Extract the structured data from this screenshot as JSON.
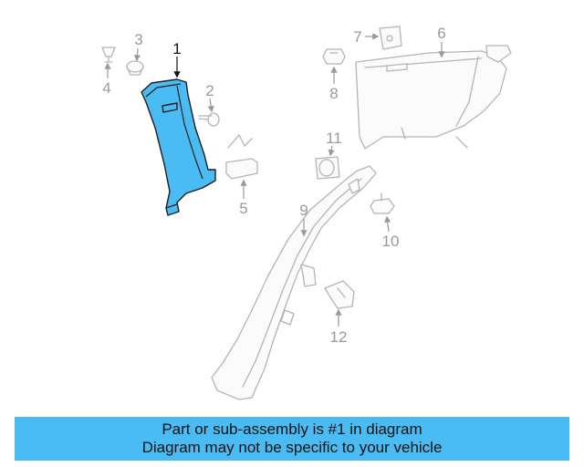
{
  "diagram": {
    "callouts": [
      "1",
      "2",
      "3",
      "4",
      "5",
      "6",
      "7",
      "8",
      "9",
      "10",
      "11",
      "12"
    ],
    "highlighted_part": "1",
    "highlight_color": "#4bbcf3",
    "ghost_color": "#b4b4b4"
  },
  "banner": {
    "line1": "Part or sub-assembly is #1 in diagram",
    "line2": "Diagram may not be specific to your vehicle",
    "background": "#4bbcf3"
  }
}
